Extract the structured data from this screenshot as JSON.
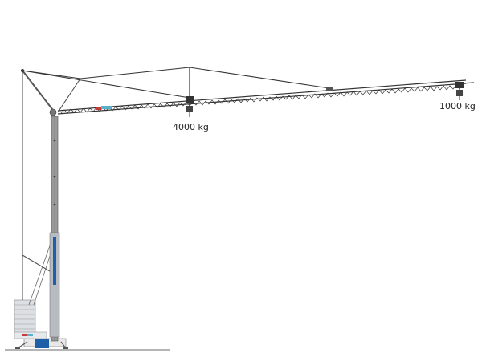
{
  "diagram": {
    "subject": "self-erecting tower crane",
    "labels": {
      "load_near": "4000 kg",
      "load_tip": "1000 kg"
    },
    "colors": {
      "structure": "#3a3a3a",
      "mast": "#8a8a8a",
      "brand_blue": "#1f5fa8",
      "brand_red": "#c83a3a",
      "brand_cyan": "#5ab0c8",
      "ground": "#888888",
      "ballast": "#cfd3d8"
    }
  }
}
